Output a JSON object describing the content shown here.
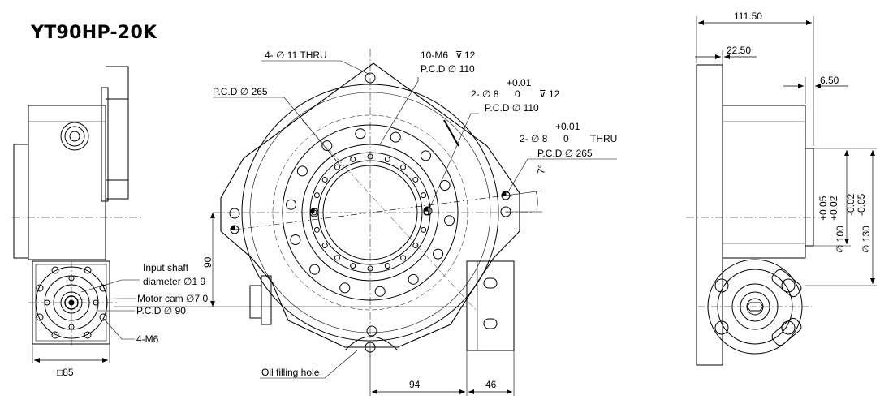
{
  "title": "YT90HP-20K",
  "front_labels": {
    "holes_thru": "4- ∅ 11 THRU",
    "pcd_265_left": "P.C.D ∅ 265",
    "m6_thread": "10-M6",
    "thread_depth": "12",
    "pcd_110_a": "P.C.D ∅ 110",
    "pin_2x8_a": "2- ∅ 8",
    "tol_plus_a": "+0.01",
    "tol_zero_a": "0",
    "pin_depth_a": "12",
    "pcd_110_b": "P.C.D ∅ 110",
    "tol_plus_b": "+0.01",
    "pin_2x8_b": "2- ∅ 8",
    "tol_zero_b": "0",
    "thru_b": "THRU",
    "pcd_265_right": "P.C.D ∅ 265",
    "angle": "7°",
    "dim_90": "90",
    "dim_94": "94",
    "dim_46": "46",
    "oil_hole": "Oil filling hole"
  },
  "motor_labels": {
    "input_shaft_1": "Input shaft",
    "input_shaft_2": "diameter ∅1 9",
    "motor_cam": "Motor cam ∅7 0",
    "pcd_90": "P.C.D ∅ 90",
    "m6_4": "4-M6",
    "square_85": "□85"
  },
  "side_labels": {
    "dim_111_50": "111.50",
    "dim_22_50": "22.50",
    "dim_6_50": "6.50",
    "tol_100_plus": "+0.05",
    "tol_100_minus": "+0.02",
    "dia_100": "∅ 100",
    "tol_130_plus": "-0.02",
    "tol_130_minus": "-0.05",
    "dia_130": "∅ 130"
  }
}
